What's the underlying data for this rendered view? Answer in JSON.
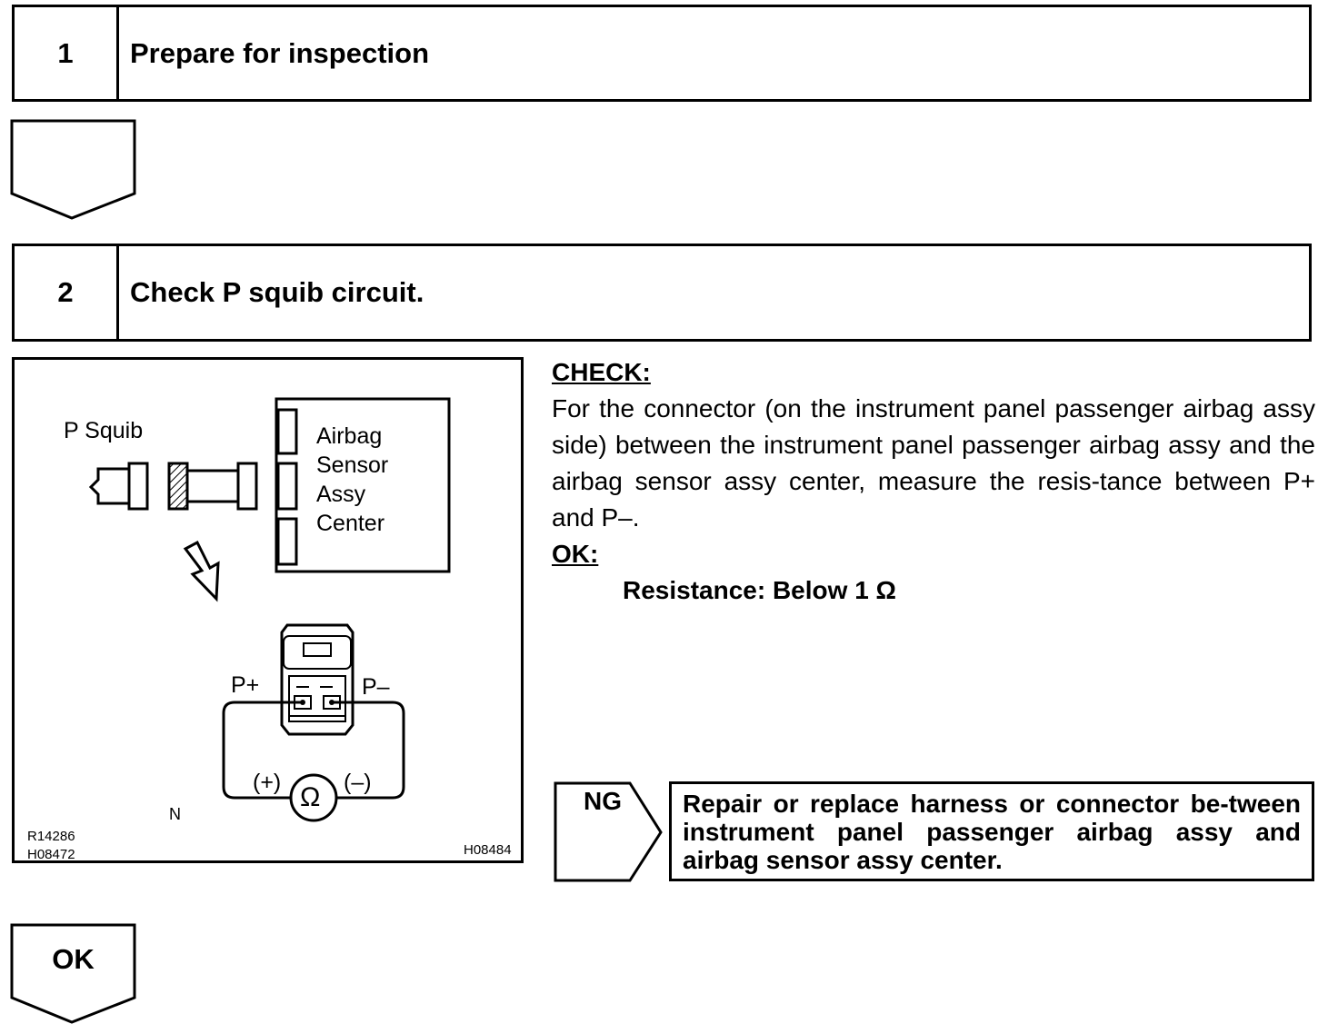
{
  "steps": [
    {
      "number": "1",
      "title": "Prepare for inspection"
    },
    {
      "number": "2",
      "title": "Check P squib circuit."
    }
  ],
  "figure": {
    "p_squib_label": "P Squib",
    "sensor_label_lines": [
      "Airbag",
      "Sensor",
      "Assy",
      "Center"
    ],
    "terminal_plus": "P+",
    "terminal_minus": "P–",
    "meter_plus": "(+)",
    "meter_minus": "(–)",
    "meter_symbol": "Ω",
    "n_mark": "N",
    "code_1": "R14286",
    "code_2": "H08472",
    "code_3": "H08484"
  },
  "check": {
    "heading": "CHECK:",
    "text": "For the connector (on the instrument panel passenger airbag assy side) between the instrument panel passenger airbag assy and the airbag sensor assy center, measure the resis-tance between P+ and P–.",
    "ok_heading": "OK:",
    "ok_spec": "Resistance: Below 1 Ω"
  },
  "ng": {
    "label": "NG",
    "action": "Repair or replace harness or connector be-tween instrument panel passenger airbag assy and airbag sensor assy center."
  },
  "ok_arrow_label": "OK"
}
